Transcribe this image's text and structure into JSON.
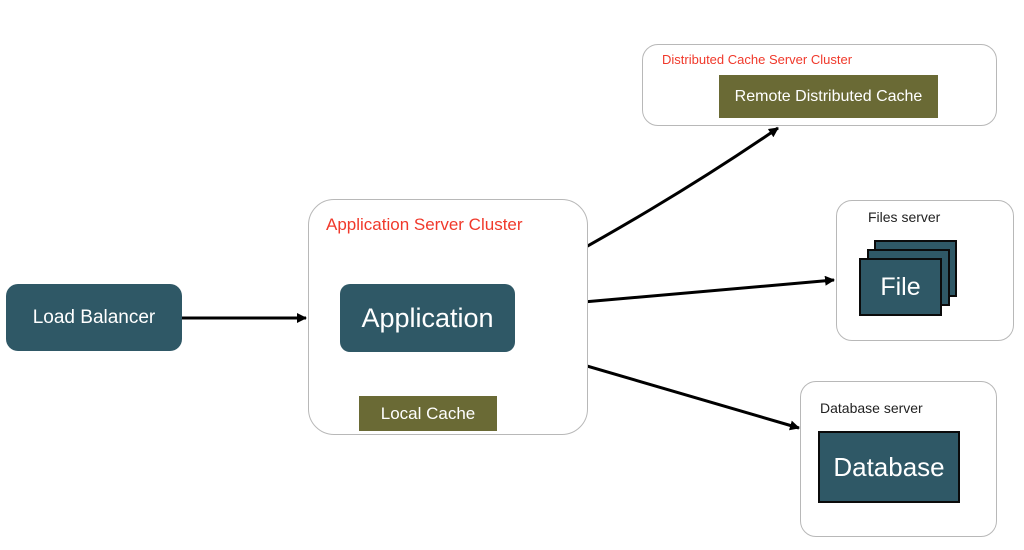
{
  "load_balancer": {
    "label": "Load Balancer"
  },
  "app_cluster": {
    "title": "Application Server Cluster",
    "application_label": "Application",
    "local_cache_label": "Local Cache"
  },
  "cache_cluster": {
    "title": "Distributed Cache Server Cluster",
    "remote_cache_label": "Remote Distributed Cache"
  },
  "files_server": {
    "title": "Files server",
    "file_label": "File"
  },
  "database_server": {
    "title": "Database server",
    "database_label": "Database"
  },
  "colors": {
    "node_teal": "#2f5866",
    "cache_olive": "#6a6a35",
    "cluster_title_red": "#f0392b",
    "border_gray": "#b8b8b8"
  }
}
